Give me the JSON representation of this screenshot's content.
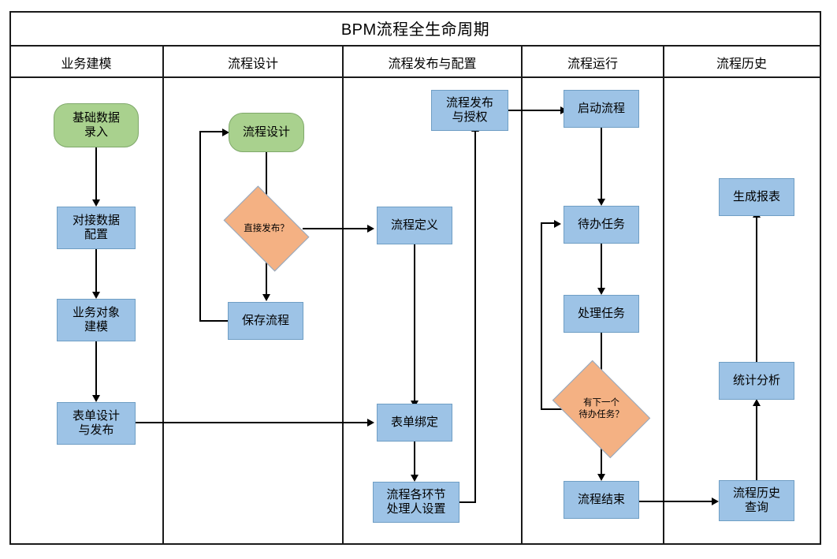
{
  "diagram": {
    "title": "BPM流程全生命周期",
    "lanes": [
      {
        "name": "业务建模"
      },
      {
        "name": "流程设计"
      },
      {
        "name": "流程发布与配置"
      },
      {
        "name": "流程运行"
      },
      {
        "name": "流程历史"
      }
    ],
    "nodes": {
      "basic_data_entry": {
        "label": "基础数据\n录入",
        "shape": "start",
        "color": "#A9D18E",
        "lane": "业务建模"
      },
      "data_interface_cfg": {
        "label": "对接数据\n配置",
        "shape": "process",
        "color": "#9DC3E6",
        "lane": "业务建模"
      },
      "business_obj_model": {
        "label": "业务对象\n建模",
        "shape": "process",
        "color": "#9DC3E6",
        "lane": "业务建模"
      },
      "form_design_publish": {
        "label": "表单设计\n与发布",
        "shape": "process",
        "color": "#9DC3E6",
        "lane": "业务建模"
      },
      "process_design": {
        "label": "流程设计",
        "shape": "start",
        "color": "#A9D18E",
        "lane": "流程设计"
      },
      "publish_directly": {
        "label": "直接发布？",
        "shape": "decision",
        "color": "#F4B183",
        "lane": "流程设计"
      },
      "save_process": {
        "label": "保存流程",
        "shape": "process",
        "color": "#9DC3E6",
        "lane": "流程设计"
      },
      "publish_authorize": {
        "label": "流程发布\n与授权",
        "shape": "process",
        "color": "#9DC3E6",
        "lane": "流程发布与配置"
      },
      "process_definition": {
        "label": "流程定义",
        "shape": "process",
        "color": "#9DC3E6",
        "lane": "流程发布与配置"
      },
      "form_binding": {
        "label": "表单绑定",
        "shape": "process",
        "color": "#9DC3E6",
        "lane": "流程发布与配置"
      },
      "assignee_setting": {
        "label": "流程各环节\n处理人设置",
        "shape": "process",
        "color": "#9DC3E6",
        "lane": "流程发布与配置"
      },
      "start_process": {
        "label": "启动流程",
        "shape": "process",
        "color": "#9DC3E6",
        "lane": "流程运行"
      },
      "todo_task": {
        "label": "待办任务",
        "shape": "process",
        "color": "#9DC3E6",
        "lane": "流程运行"
      },
      "handle_task": {
        "label": "处理任务",
        "shape": "process",
        "color": "#9DC3E6",
        "lane": "流程运行"
      },
      "has_next_todo": {
        "label": "有下一个\n待办任务？",
        "shape": "decision",
        "color": "#F4B183",
        "lane": "流程运行"
      },
      "process_end": {
        "label": "流程结束",
        "shape": "process",
        "color": "#9DC3E6",
        "lane": "流程运行"
      },
      "history_query": {
        "label": "流程历史\n查询",
        "shape": "process",
        "color": "#9DC3E6",
        "lane": "流程历史"
      },
      "statistics_analysis": {
        "label": "统计分析",
        "shape": "process",
        "color": "#9DC3E6",
        "lane": "流程历史"
      },
      "generate_report": {
        "label": "生成报表",
        "shape": "process",
        "color": "#9DC3E6",
        "lane": "流程历史"
      }
    },
    "edges": [
      {
        "from": "basic_data_entry",
        "to": "data_interface_cfg"
      },
      {
        "from": "data_interface_cfg",
        "to": "business_obj_model"
      },
      {
        "from": "business_obj_model",
        "to": "form_design_publish"
      },
      {
        "from": "form_design_publish",
        "to": "form_binding"
      },
      {
        "from": "process_design",
        "to": "publish_directly"
      },
      {
        "from": "publish_directly",
        "to": "save_process"
      },
      {
        "from": "publish_directly",
        "to": "process_definition"
      },
      {
        "from": "save_process",
        "to": "process_design"
      },
      {
        "from": "process_definition",
        "to": "form_binding"
      },
      {
        "from": "form_binding",
        "to": "assignee_setting"
      },
      {
        "from": "assignee_setting",
        "to": "publish_authorize"
      },
      {
        "from": "publish_authorize",
        "to": "start_process"
      },
      {
        "from": "start_process",
        "to": "todo_task"
      },
      {
        "from": "todo_task",
        "to": "handle_task"
      },
      {
        "from": "handle_task",
        "to": "has_next_todo"
      },
      {
        "from": "has_next_todo",
        "to": "todo_task"
      },
      {
        "from": "has_next_todo",
        "to": "process_end"
      },
      {
        "from": "process_end",
        "to": "history_query"
      },
      {
        "from": "history_query",
        "to": "statistics_analysis"
      },
      {
        "from": "statistics_analysis",
        "to": "generate_report"
      }
    ],
    "palette": {
      "start_fill": "#A9D18E",
      "process_fill": "#9DC3E6",
      "decision_fill": "#F4B183",
      "line": "#000000",
      "frame": "#1a1a1a",
      "background": "#ffffff"
    }
  }
}
